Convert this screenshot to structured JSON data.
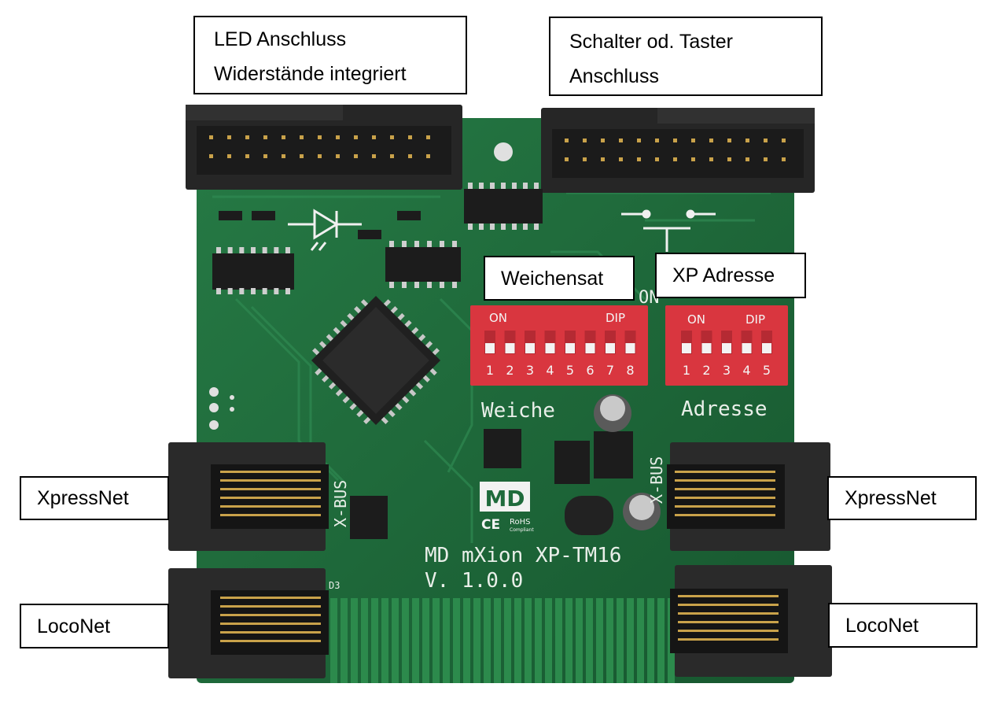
{
  "callouts": {
    "led": {
      "line1": "LED Anschluss",
      "line2": "Widerstände integriert"
    },
    "switch": {
      "line1": "Schalter od. Taster",
      "line2": "Anschluss"
    },
    "weichensat": "Weichensat",
    "xp_adresse": "XP Adresse",
    "xpressnet_left": "XpressNet",
    "xpressnet_right": "XpressNet",
    "loconet_left": "LocoNet",
    "loconet_right": "LocoNet"
  },
  "board": {
    "name": "MD mXion XP-TM16",
    "version": "V. 1.0.0",
    "logo": "MD",
    "label_weiche": "Weiche",
    "label_adresse": "Adresse",
    "label_xbus_left": "X-BUS",
    "label_xbus_right": "X-BUS",
    "label_d3": "D3",
    "ce_mark": "CE",
    "rohs_mark": "RoHS",
    "rohs_sub": "Compliant",
    "on_fragment": "ON"
  },
  "dip_switches": {
    "weiche": {
      "on_label": "ON",
      "dip_label": "DIP",
      "positions": [
        "1",
        "2",
        "3",
        "4",
        "5",
        "6",
        "7",
        "8"
      ]
    },
    "adresse": {
      "on_label": "ON",
      "dip_label": "DIP",
      "positions": [
        "1",
        "2",
        "3",
        "4",
        "5"
      ]
    }
  },
  "colors": {
    "pcb": "#1f6b3c",
    "pcb_dark": "#185a31",
    "dip": "#d9363f",
    "connector": "#2a2a2a"
  }
}
